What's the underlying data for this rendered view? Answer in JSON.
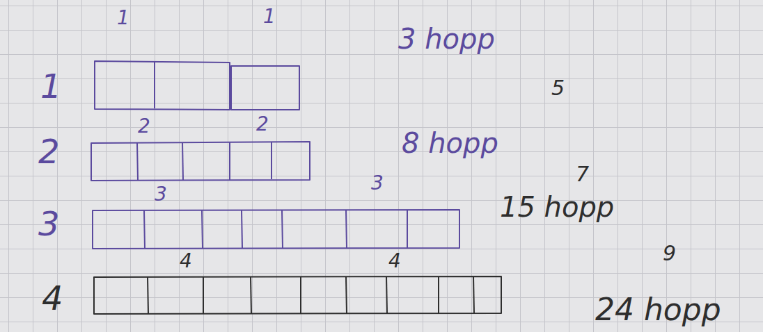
{
  "diagram": {
    "labels": [
      "1",
      "1",
      "1",
      "3 hopp",
      "5",
      "2",
      "2",
      "2",
      "8 hopp",
      "7",
      "3",
      "3",
      "3",
      "15 hopp",
      "9",
      "4",
      "4",
      "4",
      "24 hopp"
    ]
  }
}
